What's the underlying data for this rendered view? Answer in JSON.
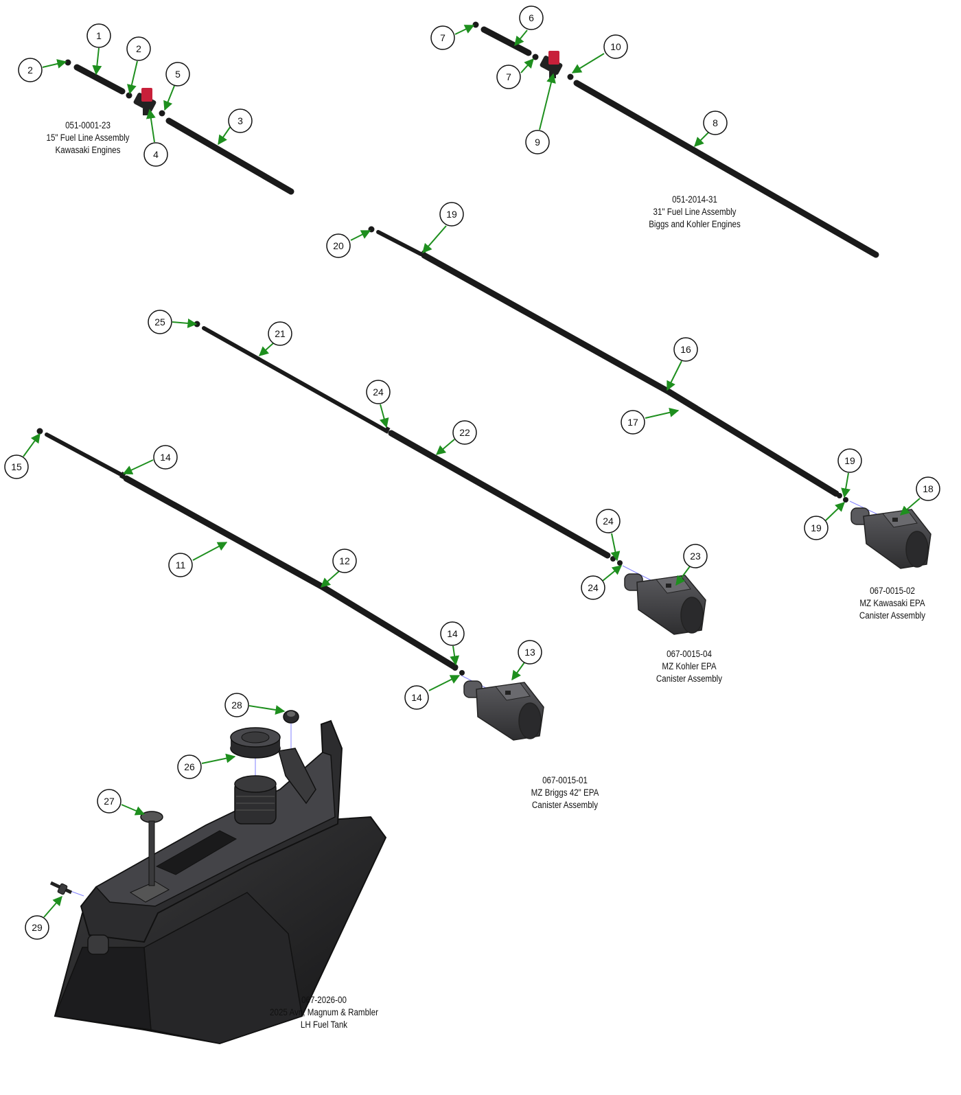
{
  "colors": {
    "leader": "#1e8f1e",
    "hose": "#1a1a1a",
    "part_body": "#3a3a3c",
    "valve_handle": "#c8203a",
    "guide_line": "#8080ff"
  },
  "callouts": [
    {
      "id": "c1",
      "text": "1"
    },
    {
      "id": "c2a",
      "text": "2"
    },
    {
      "id": "c2b",
      "text": "2"
    },
    {
      "id": "c3",
      "text": "3"
    },
    {
      "id": "c4",
      "text": "4"
    },
    {
      "id": "c5",
      "text": "5"
    },
    {
      "id": "c6",
      "text": "6"
    },
    {
      "id": "c7a",
      "text": "7"
    },
    {
      "id": "c7b",
      "text": "7"
    },
    {
      "id": "c8",
      "text": "8"
    },
    {
      "id": "c9",
      "text": "9"
    },
    {
      "id": "c10",
      "text": "10"
    },
    {
      "id": "c11",
      "text": "11"
    },
    {
      "id": "c12",
      "text": "12"
    },
    {
      "id": "c13",
      "text": "13"
    },
    {
      "id": "c14a",
      "text": "14"
    },
    {
      "id": "c14b",
      "text": "14"
    },
    {
      "id": "c14c",
      "text": "14"
    },
    {
      "id": "c15",
      "text": "15"
    },
    {
      "id": "c16",
      "text": "16"
    },
    {
      "id": "c17",
      "text": "17"
    },
    {
      "id": "c18",
      "text": "18"
    },
    {
      "id": "c19a",
      "text": "19"
    },
    {
      "id": "c19b",
      "text": "19"
    },
    {
      "id": "c19c",
      "text": "19"
    },
    {
      "id": "c20",
      "text": "20"
    },
    {
      "id": "c21",
      "text": "21"
    },
    {
      "id": "c22",
      "text": "22"
    },
    {
      "id": "c23",
      "text": "23"
    },
    {
      "id": "c24a",
      "text": "24"
    },
    {
      "id": "c24b",
      "text": "24"
    },
    {
      "id": "c24c",
      "text": "24"
    },
    {
      "id": "c25",
      "text": "25"
    },
    {
      "id": "c26",
      "text": "26"
    },
    {
      "id": "c27",
      "text": "27"
    },
    {
      "id": "c28",
      "text": "28"
    },
    {
      "id": "c29",
      "text": "29"
    }
  ],
  "assemblies": [
    {
      "id": "a1",
      "lines": [
        "051-0001-23",
        "15\" Fuel Line Assembly",
        "Kawasaki Engines"
      ]
    },
    {
      "id": "a2",
      "lines": [
        "051-2014-31",
        "31\" Fuel Line Assembly",
        "Biggs and Kohler Engines"
      ]
    },
    {
      "id": "a3",
      "lines": [
        "067-0015-02",
        "MZ Kawasaki EPA",
        "Canister Assembly"
      ]
    },
    {
      "id": "a4",
      "lines": [
        "067-0015-04",
        "MZ Kohler EPA",
        "Canister Assembly"
      ]
    },
    {
      "id": "a5",
      "lines": [
        "067-0015-01",
        "MZ Briggs 42\" EPA",
        "Canister Assembly"
      ]
    },
    {
      "id": "a6",
      "lines": [
        "067-2026-00",
        "2025 Avn, Magnum & Rambler",
        "LH Fuel Tank"
      ]
    }
  ]
}
